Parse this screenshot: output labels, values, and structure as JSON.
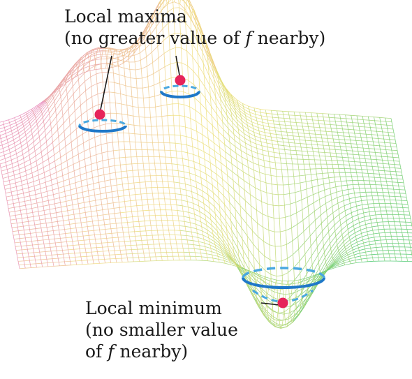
{
  "labels": {
    "maxima": {
      "line1": "Local maxima",
      "line2_pre": "(no greater value of ",
      "line2_var": "f",
      "line2_post": " nearby)"
    },
    "minimum": {
      "line1": "Local minimum",
      "line2": "(no smaller value",
      "line3_pre": "of ",
      "line3_var": "f",
      "line3_post": " nearby)"
    }
  },
  "colors": {
    "point": "#e6245a",
    "ring": "#1f78c8",
    "ring_dashed": "#4aa8e0",
    "text": "#1a1a1a",
    "mesh_left": "#e46ec8",
    "mesh_mid": "#f0e07a",
    "mesh_right": "#3cc46a"
  }
}
